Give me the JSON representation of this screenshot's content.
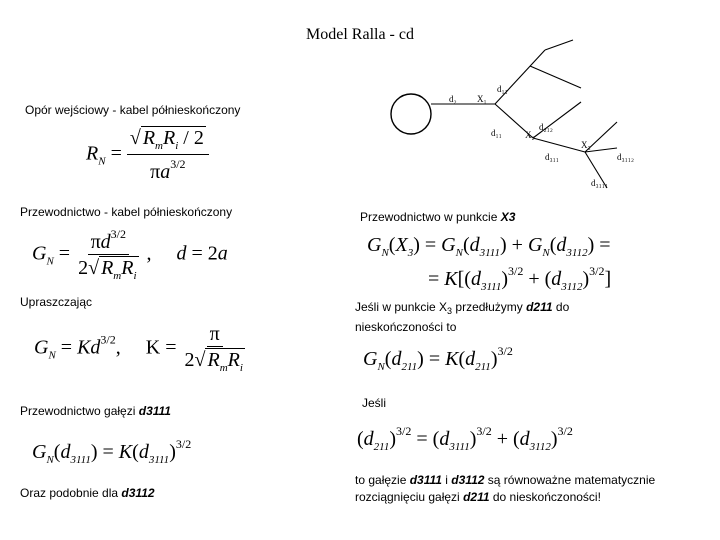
{
  "slide": {
    "title": "Model Ralla - cd",
    "left": {
      "opor_label": "Opór wejściowy - kabel półnieskończony",
      "przew_label": "Przewodnictwo - kabel półnieskończony",
      "upraszczajac_label": "Upraszczając",
      "galaz_label_prefix": "Przewodnictwo gałęzi ",
      "galaz_label_var": "d3111",
      "oraz_label_prefix": "Oraz podobnie dla ",
      "oraz_label_var": "d3112"
    },
    "right": {
      "punkt_label_prefix": "Przewodnictwo w punkcie ",
      "punkt_label_var": "X3",
      "jesli_line1_a": "Jeśli w punkcie X",
      "jesli_line1_sub": "3",
      "jesli_line1_b": " przedłużymy ",
      "jesli_line1_var": "d211",
      "jesli_line1_c": " do",
      "jesli_line2": "nieskończoności to",
      "jesli2_label": "Jeśli",
      "concl_line1_a": "to gałęzie ",
      "concl_line1_var1": "d3111",
      "concl_line1_b": " i ",
      "concl_line1_var2": "d3112",
      "concl_line1_c": " są równoważne matematycznie",
      "concl_line2_a": "rozciągnięciu gałęzi ",
      "concl_line2_var": "d211",
      "concl_line2_b": " do nieskończoności!"
    },
    "diagram": {
      "labels": [
        "d₁₁",
        "d₂",
        "X₁",
        "d₁₁",
        "X₂",
        "d₂₁₂",
        "X₃",
        "d₃₁₁",
        "d₃₁₁₂",
        "d₃₁₁₁"
      ]
    }
  }
}
